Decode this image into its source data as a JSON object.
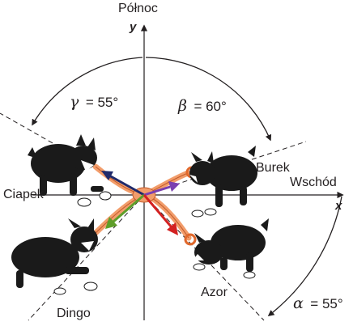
{
  "labels": {
    "north": "Północ",
    "east": "Wschód",
    "x_axis": "x",
    "y_axis": "y"
  },
  "dogs": [
    {
      "id": "ciapek",
      "name": "Ciapek"
    },
    {
      "id": "burek",
      "name": "Burek"
    },
    {
      "id": "dingo",
      "name": "Dingo"
    },
    {
      "id": "azor",
      "name": "Azor"
    }
  ],
  "angles": {
    "gamma": {
      "symbol": "γ",
      "value": "= 55°"
    },
    "beta": {
      "symbol": "β",
      "value": "= 60°"
    },
    "alpha": {
      "symbol": "α",
      "value": "= 55°"
    }
  },
  "colors": {
    "ciapek_arrow": "#1f2a6b",
    "burek_arrow": "#7a3fb0",
    "dingo_arrow": "#5e9e2a",
    "azor_arrow": "#d32121",
    "rope": "#f29d6b",
    "dog": "#1a1a1a"
  }
}
